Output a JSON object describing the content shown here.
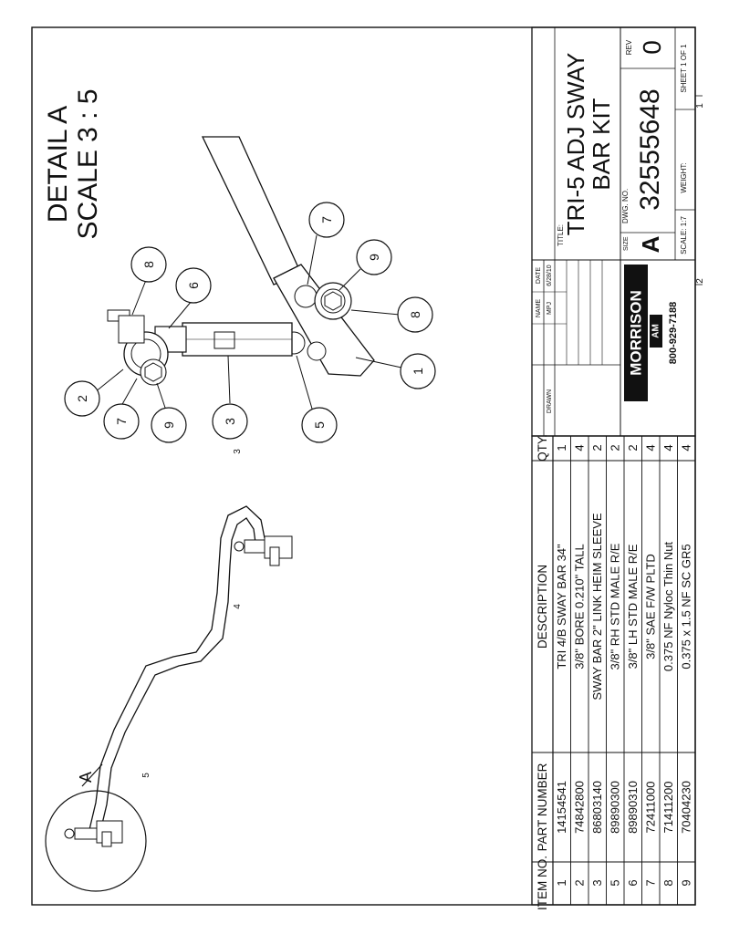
{
  "detail": {
    "title": "DETAIL A",
    "scale": "SCALE 3 : 5",
    "view_marker": "A"
  },
  "callouts": [
    {
      "id": "callout-2",
      "label": "2"
    },
    {
      "id": "callout-8-top",
      "label": "8"
    },
    {
      "id": "callout-6",
      "label": "6"
    },
    {
      "id": "callout-7-left",
      "label": "7"
    },
    {
      "id": "callout-9-left",
      "label": "9"
    },
    {
      "id": "callout-3",
      "label": "3"
    },
    {
      "id": "callout-5",
      "label": "5"
    },
    {
      "id": "callout-1",
      "label": "1"
    },
    {
      "id": "callout-8-right",
      "label": "8"
    },
    {
      "id": "callout-9-right",
      "label": "9"
    },
    {
      "id": "callout-7-right",
      "label": "7"
    }
  ],
  "bom": {
    "headers": {
      "item": "ITEM NO.",
      "part": "PART NUMBER",
      "desc": "DESCRIPTION",
      "qty": "QTY."
    },
    "rows": [
      {
        "item": "1",
        "part": "14154541",
        "desc": "TRI 4/B SWAY BAR  34\"",
        "qty": "1"
      },
      {
        "item": "2",
        "part": "74842800",
        "desc": "3/8\" BORE 0.210\" TALL",
        "qty": "4"
      },
      {
        "item": "3",
        "part": "86803140",
        "desc": "SWAY BAR 2\" LINK HEIM SLEEVE",
        "qty": "2"
      },
      {
        "item": "5",
        "part": "89890300",
        "desc": "3/8\" RH STD MALE R/E",
        "qty": "2"
      },
      {
        "item": "6",
        "part": "89890310",
        "desc": "3/8\" LH STD MALE R/E",
        "qty": "2"
      },
      {
        "item": "7",
        "part": "72411000",
        "desc": "3/8\" SAE F/W PLTD",
        "qty": "4"
      },
      {
        "item": "8",
        "part": "71411200",
        "desc": "0.375 NF Nyloc Thin Nut",
        "qty": "4"
      },
      {
        "item": "9",
        "part": "70404230",
        "desc": "0.375 x 1.5 NF SC GR5",
        "qty": "4"
      }
    ]
  },
  "title_block": {
    "name_label": "NAME",
    "date_label": "DATE",
    "drawn_label": "DRAWN",
    "drawn_name": "MPJ",
    "drawn_date": "6/28/10",
    "title_label": "TITLE:",
    "title_line1": "TRI-5 ADJ SWAY",
    "title_line2": "BAR KIT",
    "size_label": "SIZE",
    "size_value": "A",
    "dwg_label": "DWG.  NO.",
    "dwg_value": "32555648",
    "rev_label": "REV",
    "rev_value": "0",
    "scale": "SCALE: 1:7",
    "weight": "WEIGHT:",
    "sheet": "SHEET 1 OF 1",
    "company": "MORRISON",
    "company_sub": "AM",
    "phone": "800-929-7188"
  },
  "zones": {
    "bottom": [
      "5",
      "4",
      "3"
    ],
    "right": [
      "1",
      "2"
    ]
  }
}
